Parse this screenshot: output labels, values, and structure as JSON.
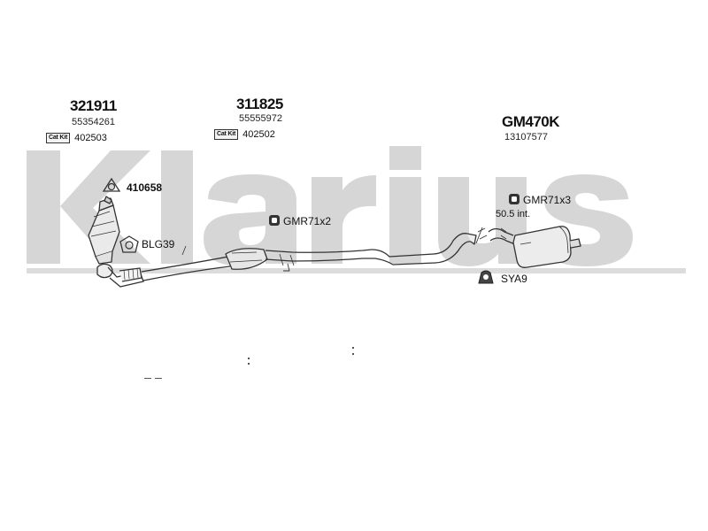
{
  "watermark": {
    "text": "Klarius",
    "color": "#d4d4d4"
  },
  "parts": {
    "cat1": {
      "number": "321911",
      "oem": "55354261",
      "catkit_badge": "Cat Kit",
      "catkit_code": "402503"
    },
    "cat2": {
      "number": "311825",
      "oem": "55555972",
      "catkit_badge": "Cat Kit",
      "catkit_code": "402502"
    },
    "muffler": {
      "number": "GM470K",
      "oem": "13107577"
    }
  },
  "fittings": {
    "gasket": "410658",
    "clamp": "BLG39",
    "rubber_mid": "GMR71x2",
    "rubber_rear": "GMR71x3",
    "mount": "SYA9"
  },
  "annotations": {
    "insertion": "50.5 int."
  },
  "colors": {
    "line": "#333333",
    "fill": "#e8e8e8"
  }
}
